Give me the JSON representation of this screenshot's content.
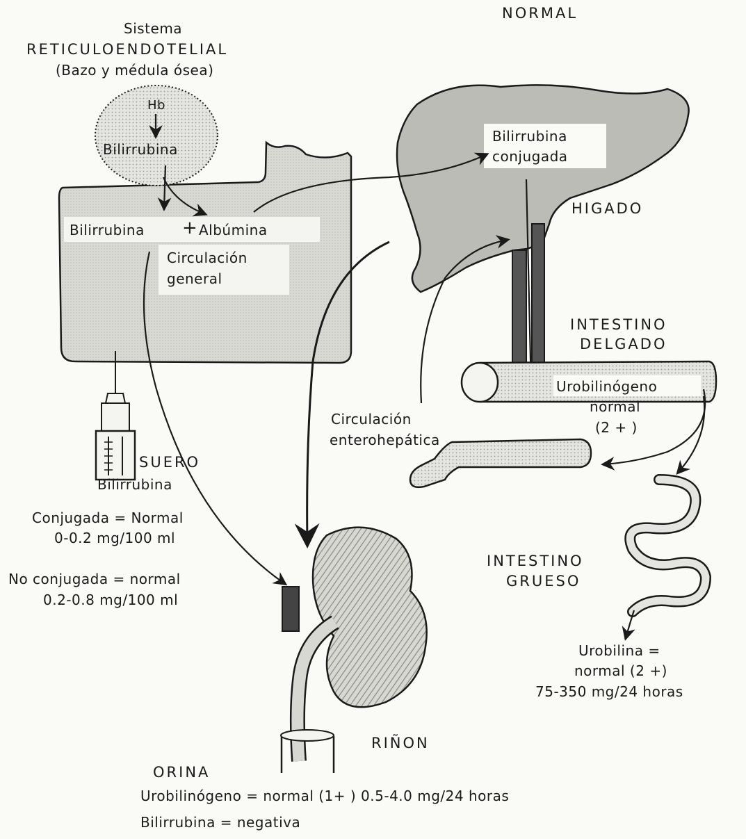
{
  "title": "NORMAL",
  "reticulo": {
    "line1": "Sistema",
    "line2": "RETICULOENDOTELIAL",
    "line3": "(Bazo y médula ósea)",
    "hb": "Hb",
    "bilirrubina": "Bilirrubina"
  },
  "circulation": {
    "bili_albumina_a": "Bilirrubina",
    "plus": "+",
    "bili_albumina_b": "Albúmina",
    "general_1": "Circulación",
    "general_2": "general"
  },
  "liver": {
    "conj_1": "Bilirrubina",
    "conj_2": "conjugada",
    "label": "HIGADO"
  },
  "small_intestine": {
    "label_1": "INTESTINO",
    "label_2": "DELGADO",
    "uro_1": "Urobilinógeno",
    "uro_2": "normal",
    "uro_3": "(2 + )"
  },
  "entero": {
    "line1": "Circulación",
    "line2": "enterohepática"
  },
  "serum": {
    "label": "SUERO",
    "sub": "Bilirrubina",
    "conj_1": "Conjugada = Normal",
    "conj_2": "0-0.2 mg/100 ml",
    "noconj_1": "No conjugada = normal",
    "noconj_2": "0.2-0.8 mg/100 ml"
  },
  "large_intestine": {
    "label_1": "INTESTINO",
    "label_2": "GRUESO",
    "uro_1": "Urobilina =",
    "uro_2": "normal (2 +)",
    "uro_3": "75-350 mg/24 horas"
  },
  "kidney": {
    "label": "RIÑON"
  },
  "urine": {
    "label": "ORINA",
    "line1": "Urobilinógeno = normal (1+ ) 0.5-4.0 mg/24 horas",
    "line2": "Bilirrubina = negativa"
  }
}
